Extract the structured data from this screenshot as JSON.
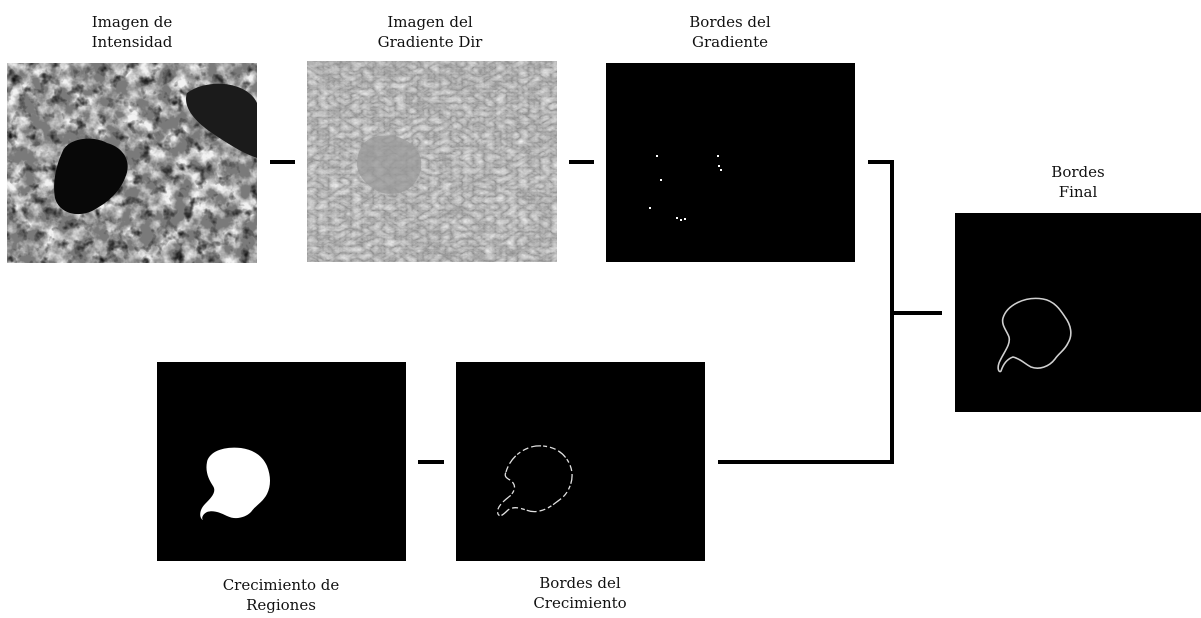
{
  "panels": {
    "intensity": {
      "label_line1": "Imagen de",
      "label_line2": "Intensidad"
    },
    "gradient_dir": {
      "label_line1": "Imagen del",
      "label_line2": "Gradiente Dir"
    },
    "gradient_edges": {
      "label_line1": "Bordes del",
      "label_line2": "Gradiente"
    },
    "final_edges": {
      "label_line1": "Bordes",
      "label_line2": "Final"
    },
    "region_growing": {
      "label_line1": "Crecimiento de",
      "label_line2": "Regiones"
    },
    "growth_edges": {
      "label_line1": "Bordes del",
      "label_line2": "Crecimiento"
    }
  }
}
